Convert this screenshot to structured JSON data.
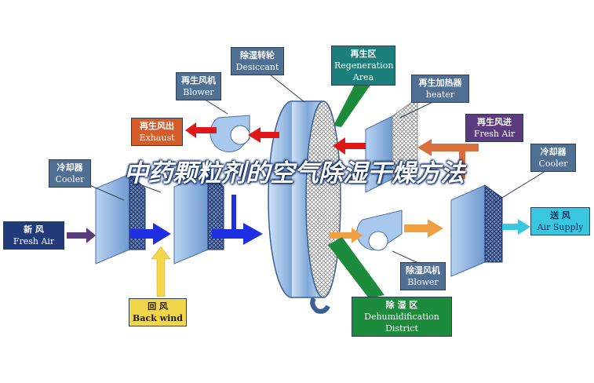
{
  "labels": {
    "desiccant": {
      "cn": "除湿转轮",
      "en": "Desiccant"
    },
    "regeneration_area": {
      "cn": "再生区",
      "en": "Regeneration Area"
    },
    "regen_blower": {
      "cn": "再生风机",
      "en": "Blower"
    },
    "regen_heater": {
      "cn": "再生加热器",
      "en": "heater"
    },
    "regen_exhaust": {
      "cn": "再生风出",
      "en": "Exhaust"
    },
    "regen_air_in": {
      "cn": "再生风进",
      "en": "Fresh Air"
    },
    "cooler_left": {
      "cn": "冷却器",
      "en": "Cooler"
    },
    "cooler_right": {
      "cn": "冷却器",
      "en": "Cooler"
    },
    "fresh_air": {
      "cn": "新 风",
      "en": "Fresh Air"
    },
    "air_supply": {
      "cn": "送 风",
      "en": "Air Supply"
    },
    "back_wind": {
      "cn": "回 风",
      "en": "Back wind"
    },
    "dehum_blower": {
      "cn": "除湿风机",
      "en": "Blower"
    },
    "dehum_district": {
      "cn": "除 湿 区",
      "en": "Dehumidification District"
    }
  },
  "overlay_title": "中药颗粒剂的空气除湿干燥方法",
  "colors": {
    "blue_arrow": "#1d2fe0",
    "red_arrow": "#e01818",
    "orange_arrow": "#f0a040",
    "yellow_arrow": "#f5d64a",
    "purple_arrow": "#5a3c7e",
    "cyan_arrow": "#39c6e0",
    "unit_blue": "#8fb6e6",
    "green_region": "#1c8c3c"
  }
}
